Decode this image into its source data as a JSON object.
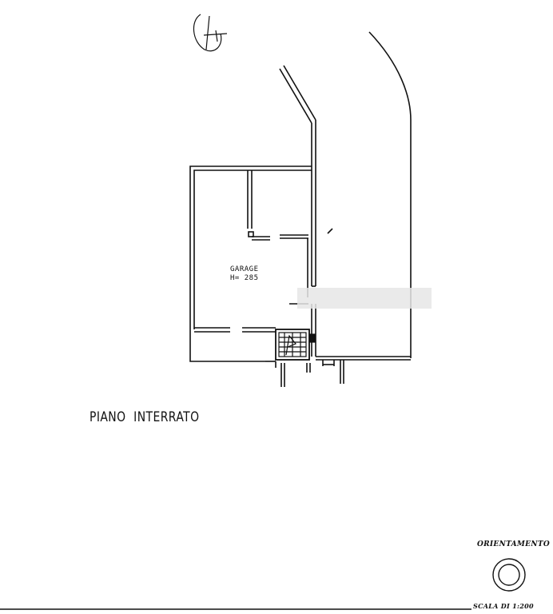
{
  "plan": {
    "floor_title": "PIANO  INTERRATO",
    "rooms": [
      {
        "name": "GARAGE",
        "height_label": "H= 285"
      }
    ]
  },
  "legend": {
    "orientation_label": "ORIENTAMENTO",
    "scale_label": "SCALA DI 1:200"
  },
  "colors": {
    "ink": "#111111",
    "redaction": "#e6e6e6"
  }
}
